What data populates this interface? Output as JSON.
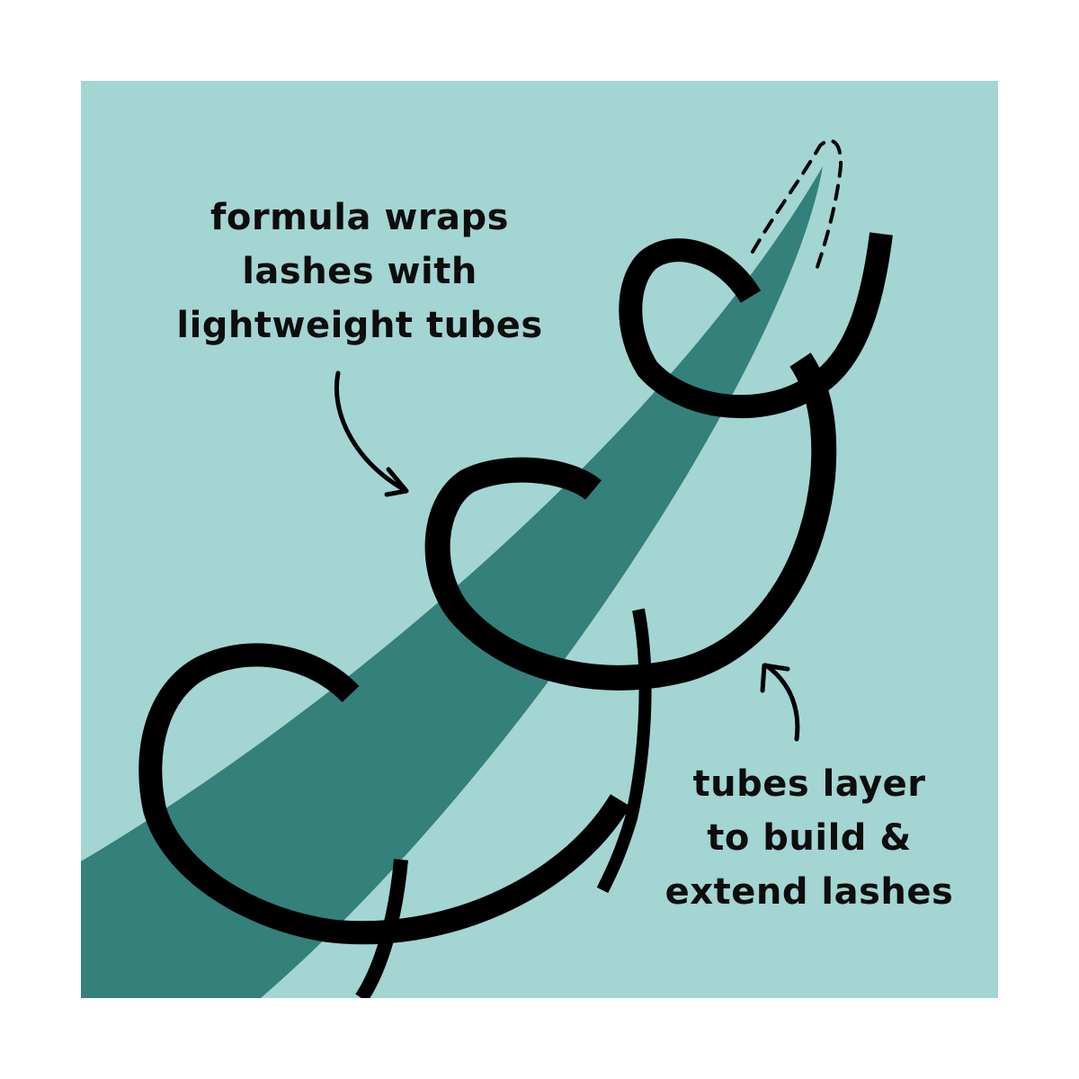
{
  "colors": {
    "background": "#a3d5d2",
    "lash": "#34807a",
    "tube": "#000000",
    "text": "#0d0d0d",
    "frame": "#ffffff"
  },
  "captions": {
    "top": [
      "formula wraps",
      "lashes with",
      "lightweight tubes"
    ],
    "bottom": [
      "tubes layer",
      "to build &",
      "extend lashes"
    ]
  },
  "icons": {
    "lash": "lash-strand-icon",
    "tube": "tube-ribbon-icon",
    "arrow": "curved-arrow-icon"
  }
}
